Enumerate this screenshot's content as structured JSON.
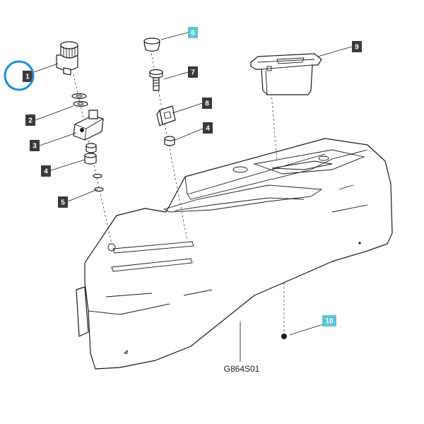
{
  "drawing_id": "G864S01",
  "colors": {
    "label_dark": "#3a3a3a",
    "label_highlight": "#5bc4d9",
    "selection_ring": "#1a8fd6",
    "line": "#1a1a1a"
  },
  "callouts": [
    {
      "key": "c1",
      "label": "1",
      "style": "dark",
      "selected": true
    },
    {
      "key": "c2",
      "label": "2",
      "style": "dark",
      "selected": false
    },
    {
      "key": "c3",
      "label": "3",
      "style": "dark",
      "selected": false
    },
    {
      "key": "c4a",
      "label": "4",
      "style": "dark",
      "selected": false
    },
    {
      "key": "c5",
      "label": "5",
      "style": "dark",
      "selected": false
    },
    {
      "key": "c6",
      "label": "6",
      "style": "highlight",
      "selected": false
    },
    {
      "key": "c7",
      "label": "7",
      "style": "dark",
      "selected": false
    },
    {
      "key": "c8",
      "label": "8",
      "style": "dark",
      "selected": false
    },
    {
      "key": "c4b",
      "label": "4",
      "style": "dark",
      "selected": false
    },
    {
      "key": "c9",
      "label": "9",
      "style": "dark",
      "selected": false
    },
    {
      "key": "c10",
      "label": "10",
      "style": "highlight",
      "selected": false
    }
  ]
}
